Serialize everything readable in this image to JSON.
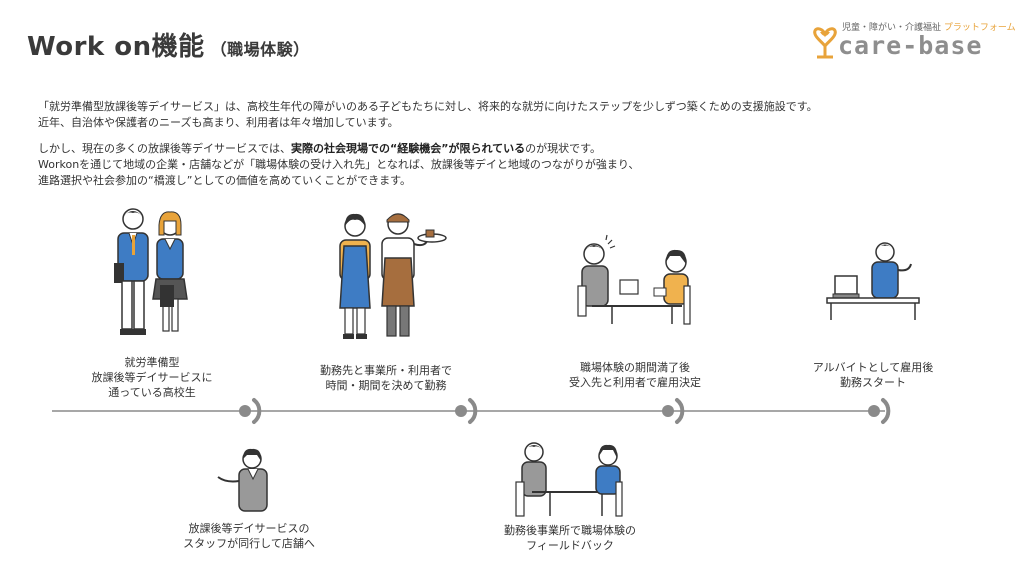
{
  "header": {
    "title": "Work on機能",
    "subtitle": "（職場体験）"
  },
  "logo": {
    "tagline_prefix": "児童・障がい・介護福祉 ",
    "tagline_highlight": "プラットフォーム",
    "wordmark": "care-base"
  },
  "intro": {
    "line1": "「就労準備型放課後等デイサービス」は、高校生年代の障がいのある子どもたちに対し、将来的な就労に向けたステップを少しずつ築くための支援施設です。",
    "line2": "近年、自治体や保護者のニーズも高まり、利用者は年々増加しています。",
    "line3_pre": "しかし、現在の多くの放課後等デイサービスでは、",
    "line3_bold": "実際の社会現場での“経験機会”が限られている",
    "line3_post": "のが現状です。",
    "line4": "Workonを通じて地域の企業・店舗などが「職場体験の受け入れ先」となれば、放課後等デイと地域のつながりが強まり、",
    "line5": "進路選択や社会参加の“橋渡し”としての価値を高めていくことができます。"
  },
  "steps_top": [
    {
      "lines": [
        "就労準備型",
        "放課後等デイサービスに",
        "通っている高校生"
      ]
    },
    {
      "lines": [
        "勤務先と事業所・利用者で",
        "時間・期間を決めて勤務"
      ]
    },
    {
      "lines": [
        "職場体験の期間満了後",
        "受入先と利用者で雇用決定"
      ]
    },
    {
      "lines": [
        "アルバイトとして雇用後",
        "勤務スタート"
      ]
    }
  ],
  "steps_bottom": [
    {
      "lines": [
        "放課後等デイサービスの",
        "スタッフが同行して店舗へ"
      ]
    },
    {
      "lines": [
        "勤務後事業所で職場体験の",
        "フィールドバック"
      ]
    }
  ],
  "colors": {
    "accent": "#e8a33a",
    "line": "#8a8a8a",
    "blue": "#3e7cc4",
    "brown": "#a66e3e",
    "text": "#333333"
  }
}
